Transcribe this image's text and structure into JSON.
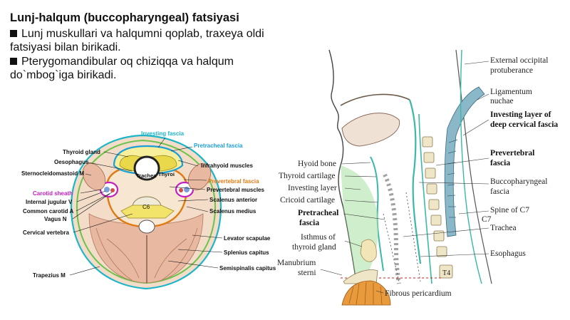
{
  "slide": {
    "title": "Lunj-halqum (buccopharyngeal) fatsiyasi",
    "bullets": [
      "Lunj muskullari va halqumni qoplab, traxeya oldi fatsiyasi bilan birikadi.",
      "Pterygomandibular oq chiziqqa va halqum do`mbog`iga birikadi."
    ]
  },
  "colors": {
    "investing": "#1fb5c9",
    "pretracheal": "#1a9fd6",
    "prevertebral": "#e07b14",
    "carotid": "#c21fc2",
    "muscle": "#e8b8a0",
    "bone": "#d9ccb0",
    "fascia_teal": "#3bb8a8",
    "pericardium": "#e89a3c"
  },
  "cross_section": {
    "labels": {
      "investing_fascia": "Investing fascia",
      "pretracheal_fascia": "Pretracheal fascia",
      "thyroid_gland": "Thyroid  gland",
      "oesophagus": "Oesophagus",
      "sternocleidomastoid": "Sternocleidomastoid M",
      "infrahyoid": "Infrahyoid muscles",
      "trachea": "Trachea",
      "thyroid_short": "Thyroi",
      "prevertebral_fascia": "Prevertebral fascia",
      "carotid_sheath": "Carotid sheath",
      "prevertebral_muscles": "Prevertebral muscles",
      "internal_jugular": "Internal jugular V",
      "scalenus_anterior": "Scalenus anterior",
      "common_carotid": "Common carotid A",
      "vagus": "Vagus N",
      "scalenus_medius": "Scalenus medius",
      "c6": "C6",
      "cervical_vertebra": "Cervical vertebra",
      "levator_scapulae": "Levator scapulae",
      "splenius_capitus": "Splenius capitus",
      "semispinalis_capitus": "Semispinalis capitus",
      "trapezius": "Trapezius M"
    }
  },
  "sagittal": {
    "labels": {
      "ext_occipital_1": "External occipital",
      "ext_occipital_2": "protuberance",
      "ligamentum_1": "Ligamentum",
      "ligamentum_2": "nuchae",
      "investing_layer_1": "Investing layer of",
      "investing_layer_2": "deep cervical fascia",
      "prevertebral_1": "Prevertebral",
      "prevertebral_2": "fascia",
      "buccopharyngeal_1": "Buccopharyngeal",
      "buccopharyngeal_2": "fascia",
      "spine_c7": "Spine of C7",
      "c7": "C7",
      "trachea": "Trachea",
      "esophagus": "Esophagus",
      "hyoid": "Hyoid bone",
      "thyroid_cartilage": "Thyroid cartilage",
      "investing_layer": "Investing layer",
      "cricoid": "Cricoid cartilage",
      "pretracheal_1": "Pretracheal",
      "pretracheal_2": "fascia",
      "isthmus_1": "Isthmus of",
      "isthmus_2": "thyroid gland",
      "manubrium_1": "Manubrium",
      "manubrium_2": "sterni",
      "t4": "T4",
      "fibrous_pericardium": "Fibrous pericardium"
    }
  }
}
